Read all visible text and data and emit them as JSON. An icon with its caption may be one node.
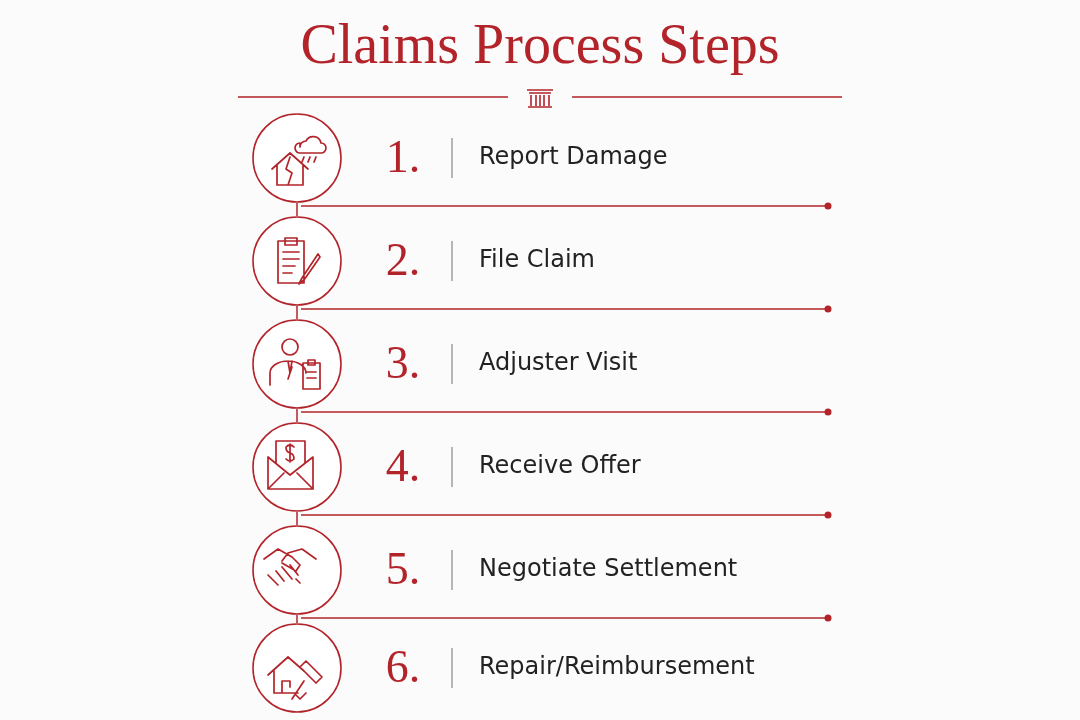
{
  "diagram": {
    "title": "Claims Process Steps",
    "nodes": [
      {
        "text": [],
        "shape": "circle",
        "beside": [
          "1.",
          "Report Damage"
        ]
      },
      {
        "text": [],
        "shape": "circle",
        "beside": [
          "2.",
          "File Claim"
        ]
      },
      {
        "text": [],
        "shape": "circle",
        "beside": [
          "3.",
          "Adjuster Visit"
        ]
      },
      {
        "text": [],
        "shape": "circle",
        "beside": [
          "4.",
          "Receive Offer"
        ]
      },
      {
        "text": [],
        "shape": "circle",
        "beside": [
          "5.",
          "Negotiate Settlement"
        ]
      },
      {
        "text": [],
        "shape": "circle",
        "beside": [
          "6.",
          "Repair/Reimbursement"
        ]
      }
    ],
    "edges": [
      {
        "from": 0,
        "to": 1,
        "arrow": "none"
      },
      {
        "from": 1,
        "to": 2,
        "arrow": "none"
      },
      {
        "from": 2,
        "to": 3,
        "arrow": "none"
      },
      {
        "from": 3,
        "to": 4,
        "arrow": "none"
      },
      {
        "from": 4,
        "to": 5,
        "arrow": "none"
      }
    ]
  }
}
